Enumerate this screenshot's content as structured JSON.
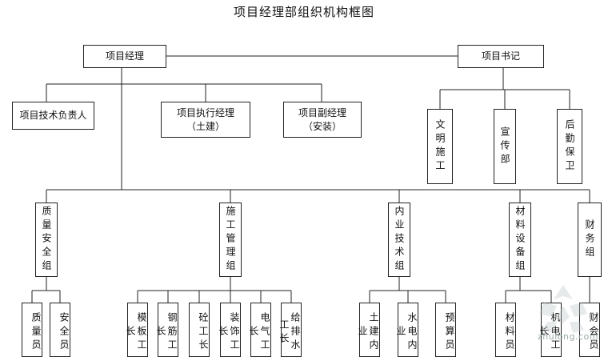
{
  "title": "项目经理部组织机构框图",
  "nodes": {
    "pm": "项目经理",
    "secretary": "项目书记",
    "tech_lead": "项目技术负责人",
    "exec_pm": "项目执行经理\n（土建）",
    "deputy_pm": "项目副经理\n（安装）",
    "civil": "文明施工",
    "publicity": "宣传部",
    "logistics": "后勤保卫",
    "quality": "质量安全组",
    "construction": "施工管理组",
    "internal_tech": "内业技术组",
    "materials": "材料设备组",
    "finance": "财务组",
    "quality_officer": "质量员",
    "safety_officer": "安全员",
    "formwork": "模板工长",
    "rebar": "钢筋工长",
    "concrete": "砼工长",
    "decoration": "装饰工长",
    "electrical": "电气工长",
    "plumbing": "给排水工长",
    "civil_internal": "土建内业",
    "mep_internal": "水电内业",
    "budget": "预算员",
    "material_officer": "材料员",
    "mep_foreman": "机电工长",
    "accountant": "财会员"
  },
  "watermark": "zhulong.com"
}
